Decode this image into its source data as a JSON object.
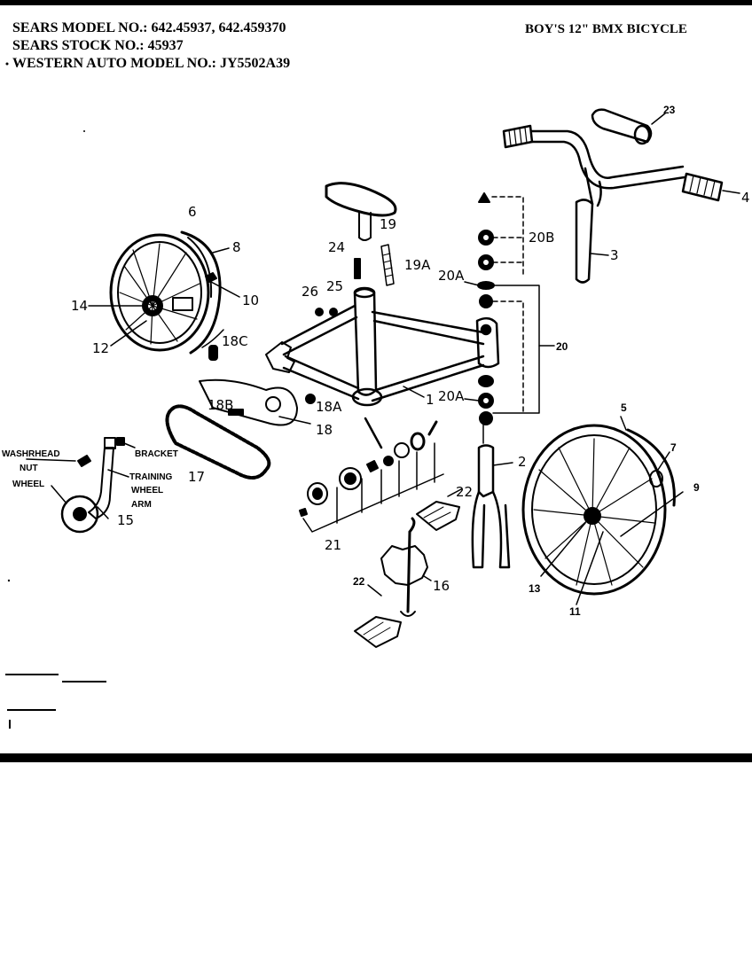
{
  "header": {
    "model_line": "SEARS MODEL NO.: 642.45937, 642.459370",
    "stock_line": "SEARS STOCK NO.: 45937",
    "western_line": "WESTERN AUTO MODEL NO.: JY5502A39",
    "title": "BOY'S 12\" BMX  BICYCLE"
  },
  "callouts": {
    "p1": "1",
    "p2": "2",
    "p3": "3",
    "p4": "4",
    "p5": "5",
    "p6": "6",
    "p7": "7",
    "p8": "8",
    "p9": "9",
    "p10": "10",
    "p11": "11",
    "p12": "12",
    "p13": "13",
    "p14": "14",
    "p15": "15",
    "p16": "16",
    "p17": "17",
    "p18": "18",
    "p18a": "18A",
    "p18b": "18B",
    "p18c": "18C",
    "p19": "19",
    "p19a": "19A",
    "p20": "20",
    "p20a_top": "20A",
    "p20a_bot": "20A",
    "p20b": "20B",
    "p21": "21",
    "p22_top": "22",
    "p22_bot": "22",
    "p23": "23",
    "p24": "24",
    "p25": "25",
    "p26": "26"
  },
  "training_wheel_labels": {
    "washerhead": "WASHRHEAD",
    "nut": "NUT",
    "wheel": "WHEEL",
    "bracket": "BRACKET",
    "training": "TRAINING",
    "wheel2": "WHEEL",
    "arm": "ARM"
  }
}
